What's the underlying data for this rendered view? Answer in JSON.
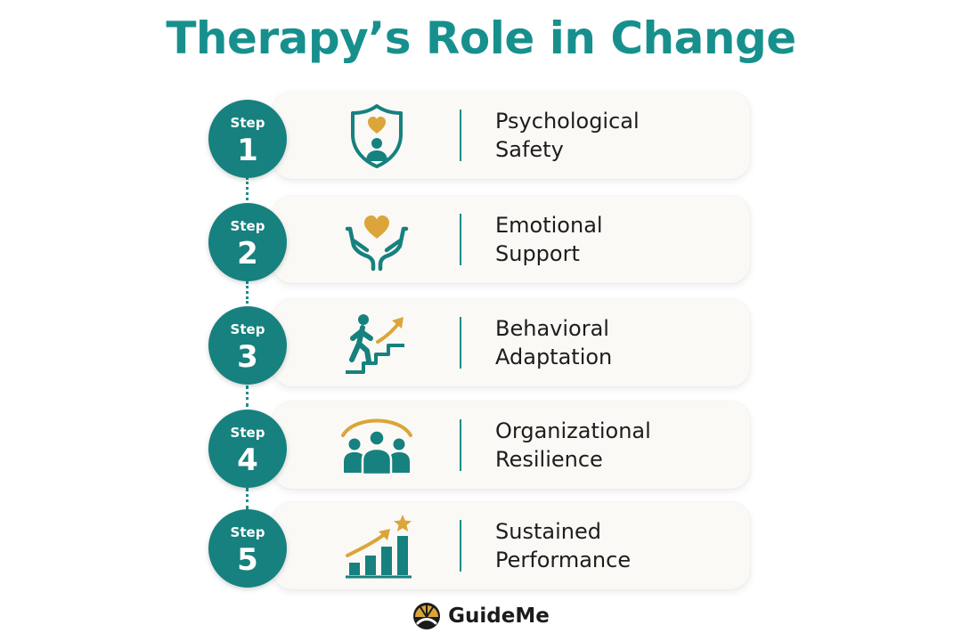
{
  "title": "Therapy’s Role in Change",
  "step_word": "Step",
  "steps": [
    {
      "number": "1",
      "line1": "Psychological",
      "line2": "Safety",
      "icon": "shield-heart-person-icon"
    },
    {
      "number": "2",
      "line1": "Emotional",
      "line2": "Support",
      "icon": "hands-heart-icon"
    },
    {
      "number": "3",
      "line1": "Behavioral",
      "line2": "Adaptation",
      "icon": "person-climbing-stairs-icon"
    },
    {
      "number": "4",
      "line1": "Organizational",
      "line2": "Resilience",
      "icon": "team-group-icon"
    },
    {
      "number": "5",
      "line1": "Sustained",
      "line2": "Performance",
      "icon": "bar-chart-star-icon"
    }
  ],
  "brand": {
    "name": "GuideMe",
    "icon": "guideme-logo-icon"
  },
  "colors": {
    "teal": "#16817f",
    "title_teal": "#17908d",
    "gold": "#dba539",
    "card": "#fbf9f6"
  }
}
